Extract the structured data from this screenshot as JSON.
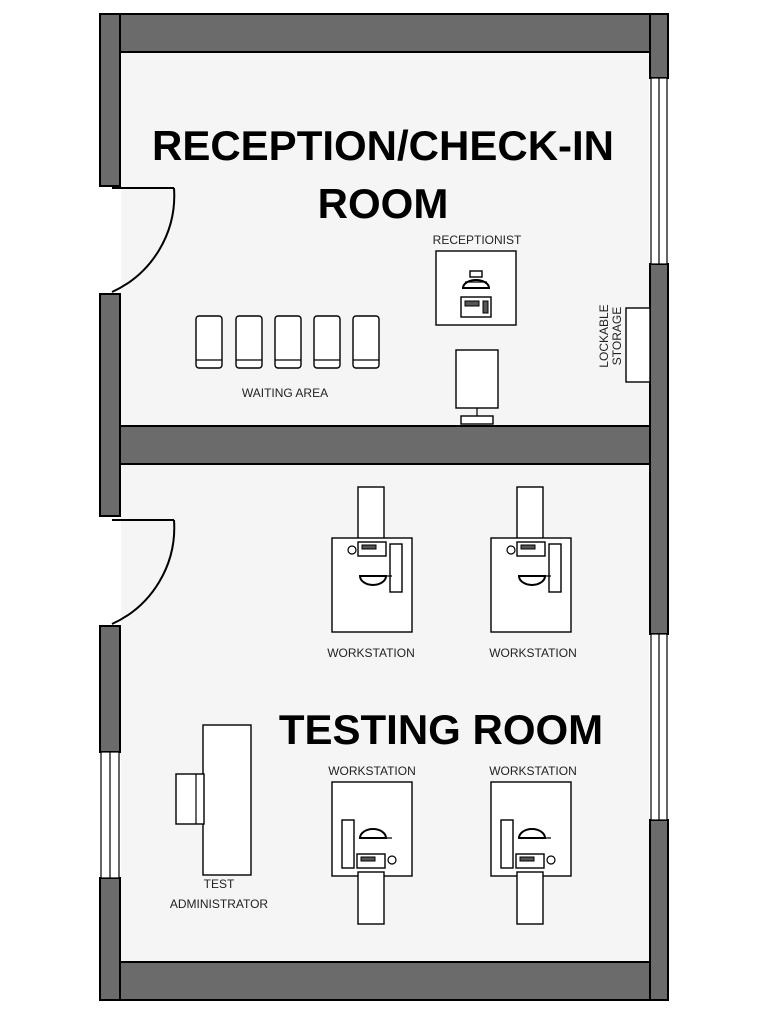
{
  "rooms": {
    "reception": {
      "title_line1": "RECEPTION/CHECK-IN",
      "title_line2": "ROOM"
    },
    "testing": {
      "title": "TESTING ROOM"
    }
  },
  "labels": {
    "receptionist": "RECEPTIONIST",
    "waiting_area": "WAITING AREA",
    "storage_line1": "LOCKABLE",
    "storage_line2": "STORAGE",
    "workstation": "WORKSTATION",
    "test_admin_line1": "TEST",
    "test_admin_line2": "ADMINISTRATOR"
  },
  "colors": {
    "wall": "#6b6b6b",
    "floor": "#f5f5f5",
    "line": "#000000"
  }
}
